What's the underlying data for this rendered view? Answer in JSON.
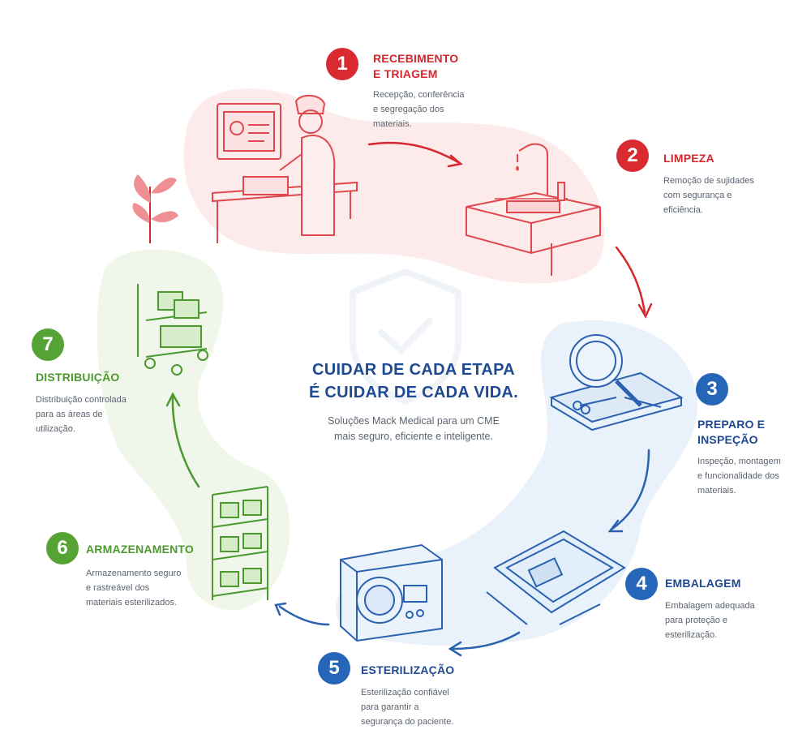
{
  "center": {
    "headline": "CUIDAR DE CADA ETAPA\nÉ CUIDAR DE CADA VIDA.",
    "subtitle": "Soluções Mack Medical para um CME\nmais seguro, eficiente e inteligente."
  },
  "steps": [
    {
      "number": "1",
      "title": "RECEBIMENTO\nE TRIAGEM",
      "desc": "Recepção, conferência\ne segregação dos\nmateriais."
    },
    {
      "number": "2",
      "title": "LIMPEZA",
      "desc": "Remoção de sujidades\ncom segurança e\neficiência."
    },
    {
      "number": "3",
      "title": "PREPARO E\nINSPEÇÃO",
      "desc": "Inspeção, montagem\ne funcionalidade dos\nmateriais."
    },
    {
      "number": "4",
      "title": "EMBALAGEM",
      "desc": "Embalagem adequada\npara proteção e\nesterilização."
    },
    {
      "number": "5",
      "title": "ESTERILIZAÇÃO",
      "desc": "Esterilização confiável\npara garantir a\nsegurança do paciente."
    },
    {
      "number": "6",
      "title": "ARMAZENAMENTO",
      "desc": "Armazenamento seguro\ne rastreável dos\nmateriais esterilizados."
    },
    {
      "number": "7",
      "title": "DISTRIBUIÇÃO",
      "desc": "Distribuição controlada\npara as áreas de\nutilização."
    }
  ],
  "colors": {
    "red": "#d92a2f",
    "blue": "#2566b8",
    "green": "#55a334"
  }
}
